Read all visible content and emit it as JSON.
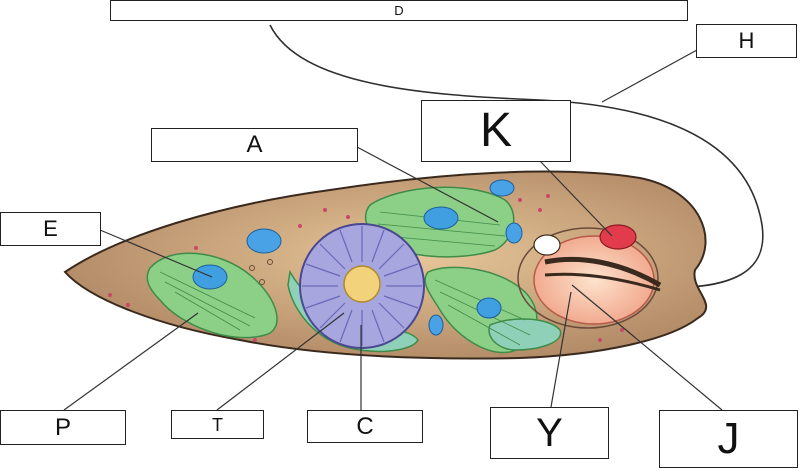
{
  "labels": {
    "D": "D",
    "H": "H",
    "K": "K",
    "A": "A",
    "E": "E",
    "P": "P",
    "T": "T",
    "C": "C",
    "Y": "Y",
    "J": "J"
  },
  "colors": {
    "cell_body": "#b3906d",
    "cell_outline": "#3a2a1e",
    "chloroplast": "#8ccf86",
    "chloroplast_edge": "#3f8c4a",
    "pyrenoid": "#3f9fe0",
    "nucleus": "#a8a6df",
    "nucleolus": "#f2d27a",
    "reservoir": "#f0c7a8",
    "eyespot": "#e23b4b",
    "leader_line": "#333333"
  }
}
